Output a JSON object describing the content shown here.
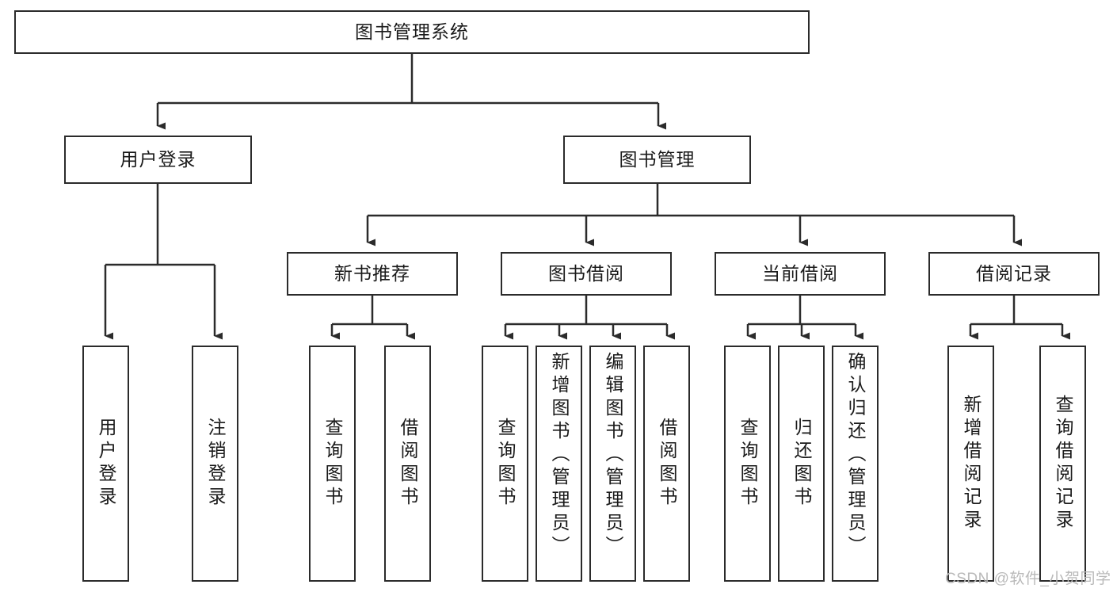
{
  "diagram": {
    "title": "图书管理系统",
    "type": "tree-hierarchy-diagram",
    "root": {
      "label": "图书管理系统"
    },
    "level2": [
      {
        "label": "用户登录"
      },
      {
        "label": "图书管理"
      }
    ],
    "level3": [
      {
        "label": "新书推荐"
      },
      {
        "label": "图书借阅"
      },
      {
        "label": "当前借阅"
      },
      {
        "label": "借阅记录"
      }
    ],
    "leaves": {
      "user_login": [
        {
          "label": "用户登录"
        },
        {
          "label": "注销登录"
        }
      ],
      "new_book_recommend": [
        {
          "label": "查询图书"
        },
        {
          "label": "借阅图书"
        }
      ],
      "book_borrow": [
        {
          "label": "查询图书"
        },
        {
          "label": "新增图书（管理员）"
        },
        {
          "label": "编辑图书（管理员）"
        },
        {
          "label": "借阅图书"
        }
      ],
      "current_borrow": [
        {
          "label": "查询图书"
        },
        {
          "label": "归还图书"
        },
        {
          "label": "确认归还（管理员）"
        }
      ],
      "borrow_record": [
        {
          "label": "新增借阅记录"
        },
        {
          "label": "查询借阅记录"
        }
      ]
    }
  },
  "watermark": {
    "text": "CSDN @软件_小贺同学"
  },
  "colors": {
    "stroke": "#2b2b2b",
    "background": "#ffffff",
    "text": "#1a1a1a",
    "watermark": "#b9b9b9"
  }
}
